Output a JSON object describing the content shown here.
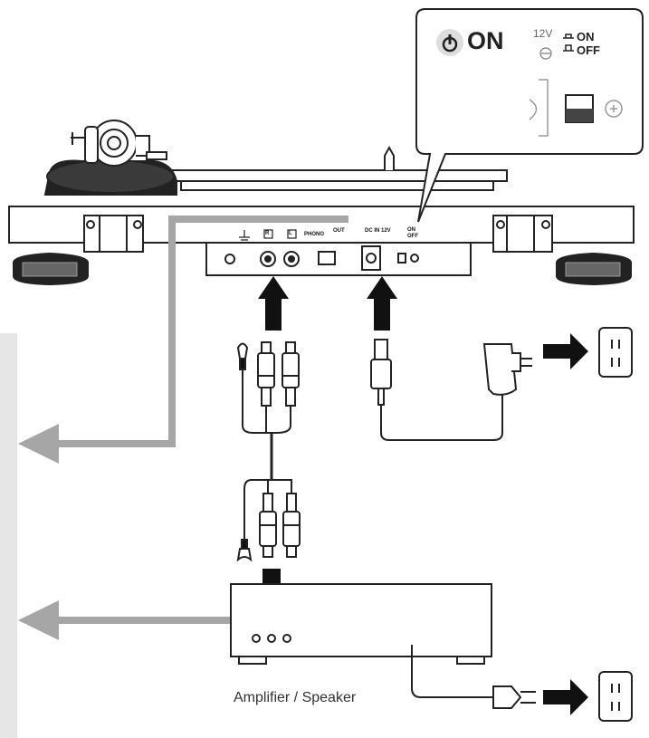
{
  "caption": "Amplifier / Speaker",
  "callout": {
    "power_label": "ON",
    "voltage_label": "12V",
    "switch_on_label": "ON",
    "switch_off_label": "OFF"
  },
  "rear_panel": {
    "r_mark": "R",
    "l_mark": "L",
    "phono_out_label": "PHONO",
    "out_label": "OUT",
    "dc_in_label": "DC IN 12V",
    "on_label": "ON",
    "off_label": "OFF"
  },
  "colors": {
    "line": "#222222",
    "gray_arrow": "#a6a6a6",
    "sidebar": "#e6e6e6",
    "fill_dark": "#111111"
  }
}
